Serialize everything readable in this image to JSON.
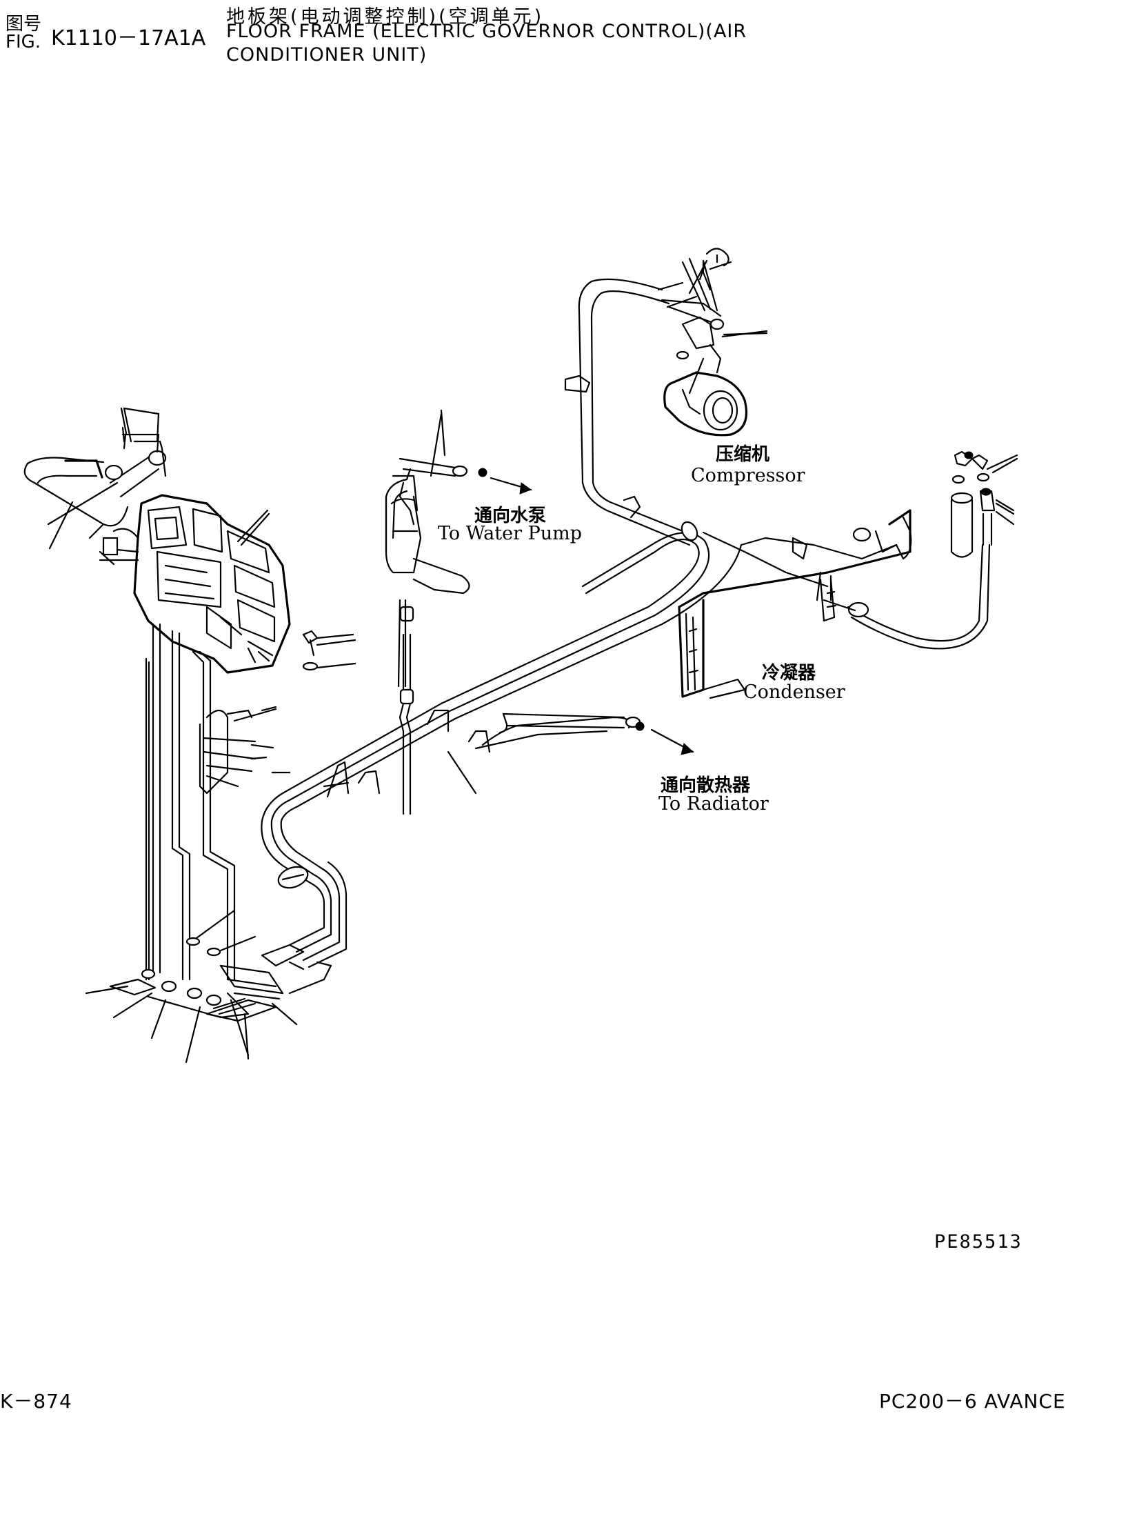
{
  "header": {
    "fig_label_cn": "图号",
    "fig_label_en": "FIG.",
    "fig_number": "K1110－17A1A",
    "title_cn": "地板架(电动调整控制)(空调单元)",
    "title_en_line1": "FLOOR FRAME (ELECTRIC GOVERNOR CONTROL)(AIR",
    "title_en_line2": "CONDITIONER UNIT)"
  },
  "labels": {
    "compressor_cn": "压缩机",
    "compressor_en": "Compressor",
    "water_pump_cn": "通向水泵",
    "water_pump_en": "To Water Pump",
    "condenser_cn": "冷凝器",
    "condenser_en": "Condenser",
    "radiator_cn": "通向散热器",
    "radiator_en": "To Radiator"
  },
  "drawing_code": "PE85513",
  "footer": {
    "page": "K－874",
    "model": "PC200－6 AVANCE"
  }
}
